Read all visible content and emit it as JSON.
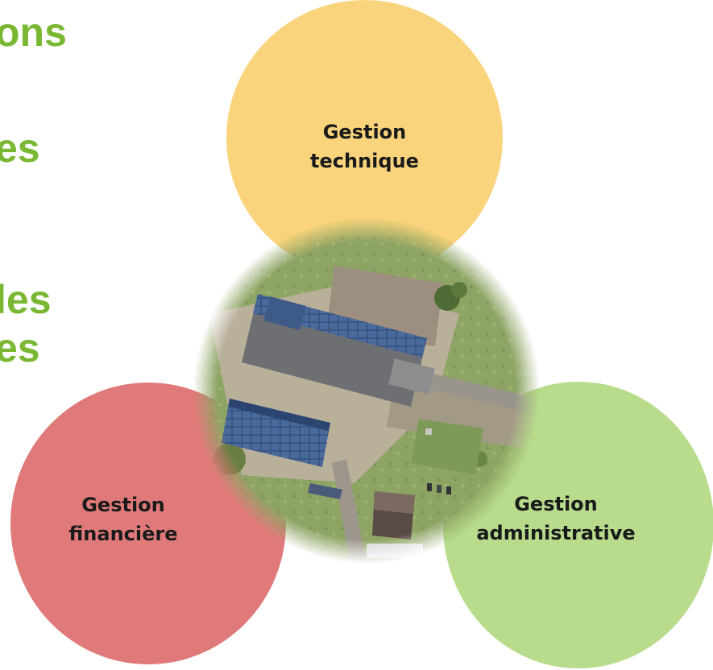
{
  "left_column": {
    "lines": [
      "ons",
      "es",
      "les",
      "es"
    ]
  },
  "circles": {
    "technique": {
      "line1": "Gestion",
      "line2": "technique",
      "color": "#fad47c"
    },
    "financiere": {
      "line1": "Gestion",
      "line2": "financière",
      "color": "#e07a7a"
    },
    "administrative": {
      "line1": "Gestion",
      "line2": "administrative",
      "color": "#b8dc8c"
    }
  },
  "center_image": {
    "subject": "aerial-view-of-farm-buildings"
  },
  "colors": {
    "left_text": "#7ab833"
  }
}
